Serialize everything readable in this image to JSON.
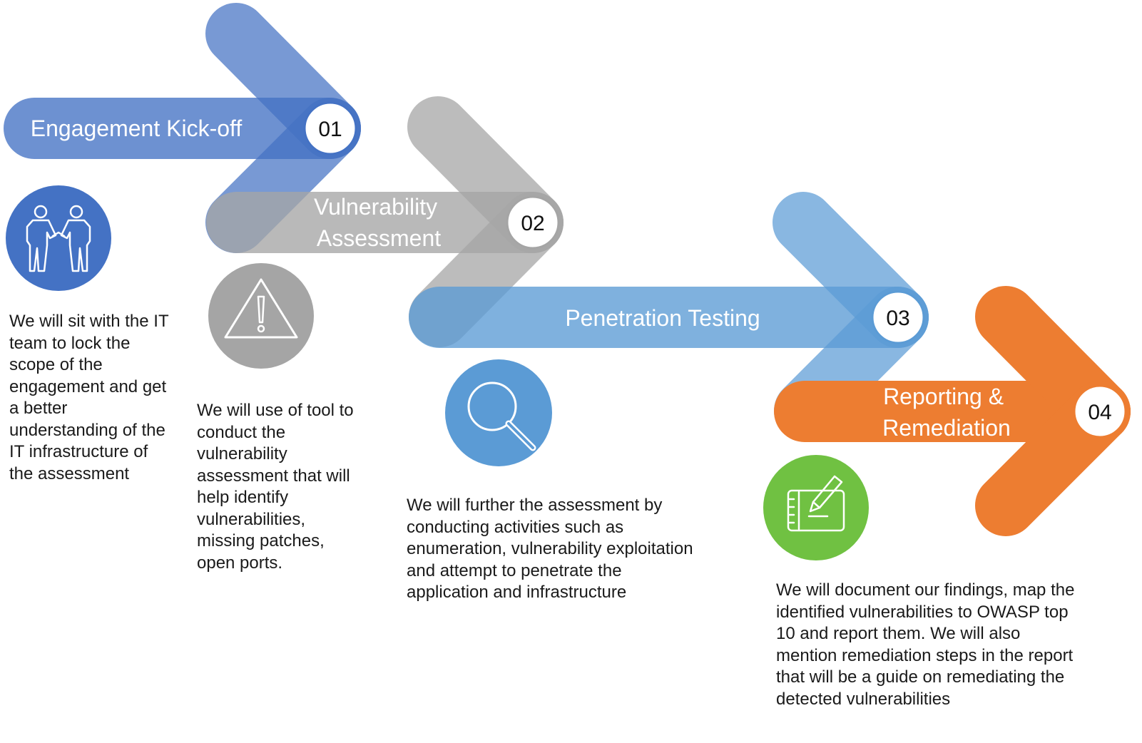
{
  "steps": [
    {
      "number": "01",
      "title": "Engagement Kick-off",
      "title_lines": [
        "Engagement Kick-off"
      ],
      "icon": "handshake-icon",
      "color": "#4472c4",
      "description": "We will sit with the IT team to lock the scope of the engagement and get a better understanding of the IT infrastructure of the assessment"
    },
    {
      "number": "02",
      "title": "Vulnerability Assessment",
      "title_lines": [
        "Vulnerability",
        "Assessment"
      ],
      "icon": "warning-icon",
      "color": "#a5a5a5",
      "description": "We will use of tool to conduct the vulnerability assessment that will help identify vulnerabilities, missing patches, open ports."
    },
    {
      "number": "03",
      "title": "Penetration Testing",
      "title_lines": [
        "Penetration Testing"
      ],
      "icon": "magnifier-icon",
      "color": "#5b9bd5",
      "description": "We will further the assessment by conducting activities such as enumeration, vulnerability exploitation and attempt to penetrate the application and infrastructure"
    },
    {
      "number": "04",
      "title": "Reporting & Remediation",
      "title_lines": [
        "Reporting &",
        "Remediation"
      ],
      "icon": "tablet-pen-icon",
      "color": "#ed7d31",
      "description": "We will document our findings, map the identified vulnerabilities to OWASP top 10 and report them. We will also mention remediation steps in the report that will be a guide on remediating the detected vulnerabilities"
    }
  ],
  "colors": {
    "blue": "#4472c4",
    "gray": "#a5a5a5",
    "light_blue": "#5b9bd5",
    "orange": "#ed7d31",
    "green": "#70c142",
    "text": "#1a1a1a",
    "white": "#ffffff"
  }
}
